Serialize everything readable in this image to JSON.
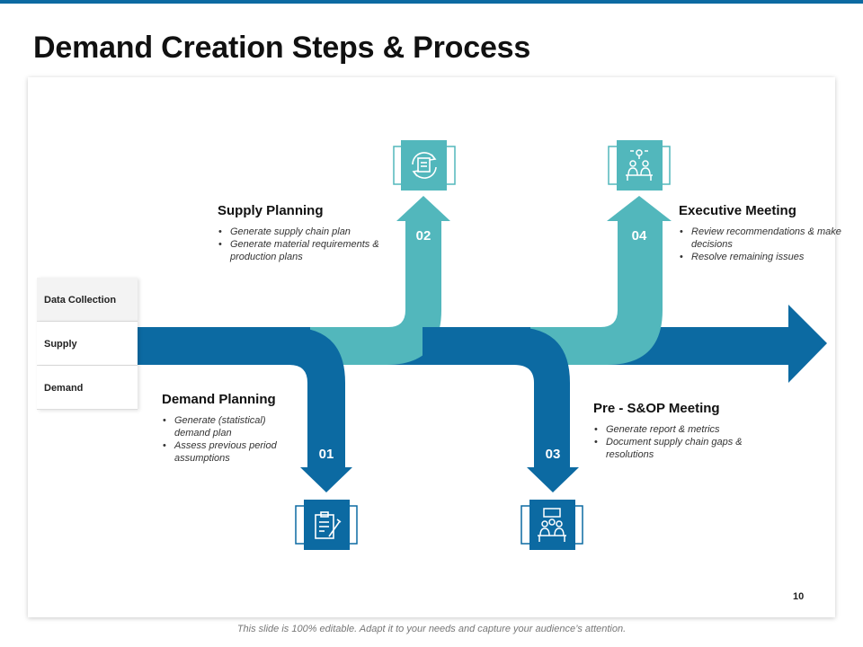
{
  "title": "Demand Creation Steps & Process",
  "colors": {
    "dark_blue": "#0c6aa2",
    "teal": "#52b7bc"
  },
  "sidebar": {
    "items": [
      "Data Collection",
      "Supply",
      "Demand"
    ]
  },
  "steps": [
    {
      "number": "01",
      "title": "Demand Planning",
      "icon": "clipboard-pen-icon",
      "bullets": [
        "Generate (statistical) demand plan",
        "Assess previous period assumptions"
      ]
    },
    {
      "number": "02",
      "title": "Supply Planning",
      "icon": "cycle-clipboard-icon",
      "bullets": [
        "Generate supply chain plan",
        "Generate material requirements & production plans"
      ]
    },
    {
      "number": "03",
      "title": "Pre - S&OP Meeting",
      "icon": "meeting-people-icon",
      "bullets": [
        "Generate report & metrics",
        "Document supply chain gaps & resolutions"
      ]
    },
    {
      "number": "04",
      "title": "Executive Meeting",
      "icon": "executive-meeting-icon",
      "bullets": [
        "Review recommendations & make decisions",
        "Resolve remaining issues"
      ]
    }
  ],
  "page_number": "10",
  "footer": "This slide is 100% editable. Adapt it to your needs and capture your audience’s attention."
}
